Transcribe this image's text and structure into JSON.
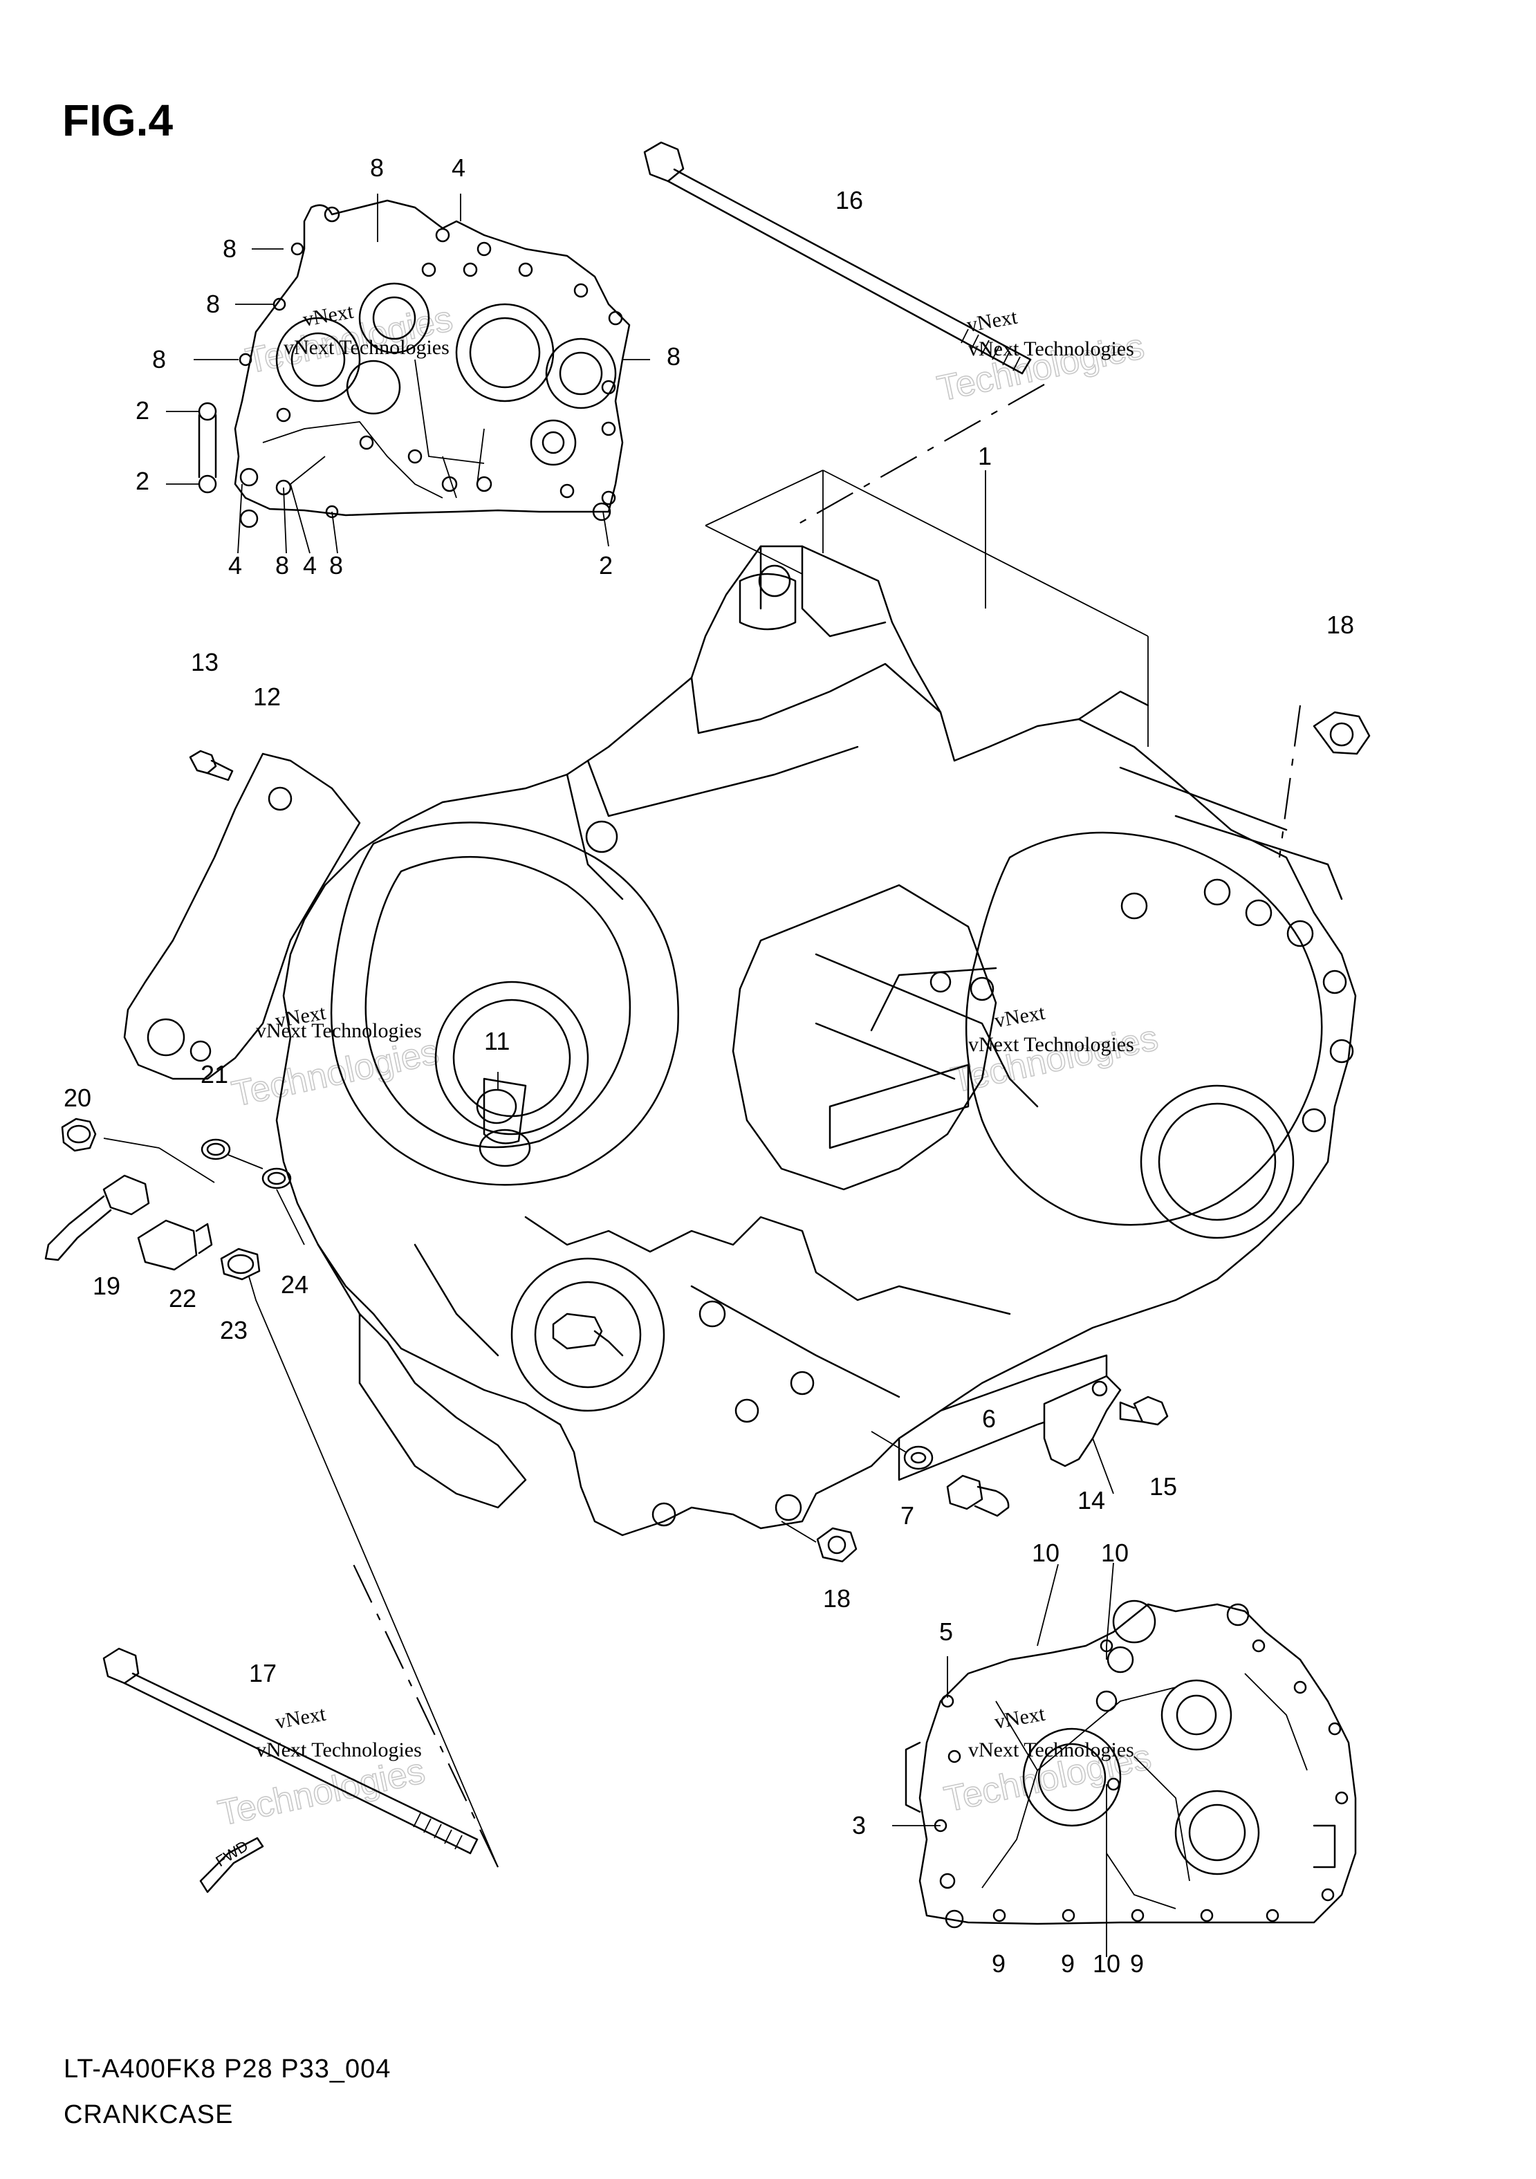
{
  "figure": {
    "title": "FIG.4",
    "code": "LT-A400FK8 P28 P33_004",
    "name": "CRANKCASE"
  },
  "callouts": {
    "c1": "1",
    "c2a": "2",
    "c2b": "2",
    "c2c": "2",
    "c3": "3",
    "c4a": "4",
    "c4b": "4",
    "c4c": "4",
    "c5": "5",
    "c6": "6",
    "c7": "7",
    "c8a": "8",
    "c8b": "8",
    "c8c": "8",
    "c8d": "8",
    "c8e": "8",
    "c8f": "8",
    "c8g": "8",
    "c9a": "9",
    "c9b": "9",
    "c9c": "9",
    "c10a": "10",
    "c10b": "10",
    "c10c": "10",
    "c11": "11",
    "c12": "12",
    "c13": "13",
    "c14": "14",
    "c15": "15",
    "c16": "16",
    "c17": "17",
    "c18a": "18",
    "c18b": "18",
    "c19": "19",
    "c20": "20",
    "c21": "21",
    "c22": "22",
    "c23": "23",
    "c24": "24"
  },
  "watermark": {
    "line1": "vNext",
    "line2": "vNext Technologies",
    "big": "Technologies"
  },
  "direction": {
    "label": "FWD"
  }
}
